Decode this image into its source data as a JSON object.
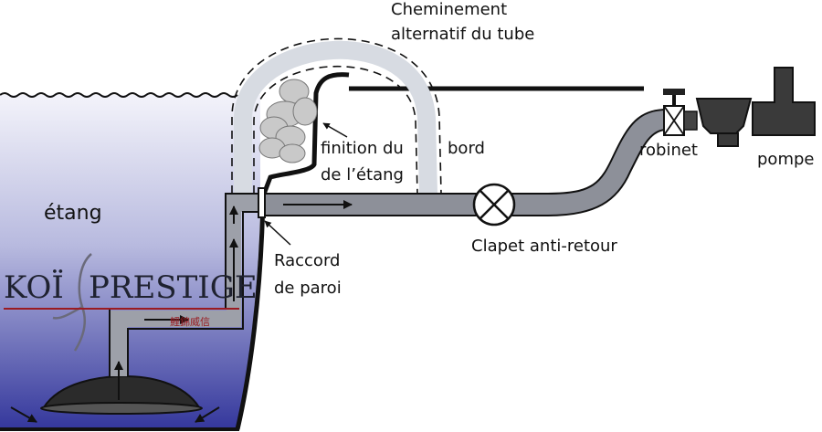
{
  "labels": {
    "alt_route_line1": "Cheminement",
    "alt_route_line2": "alternatif du tube",
    "finish_line1": "finition du",
    "finish_line2": "de l’étang",
    "edge": "bord",
    "pond": "étang",
    "wall_fitting_line1": "Raccord",
    "wall_fitting_line2": "de paroi",
    "check_valve": "Clapet anti-retour",
    "valve": "robinet",
    "pump": "pompe"
  },
  "logo": {
    "left": "KOÏ",
    "right": "PRESTIGE",
    "subtitle": "鯉錦威信"
  },
  "colors": {
    "water_top": "#f3f3fa",
    "water_bottom": "#34379c",
    "pipe_fill": "#8d9099",
    "pipe_stroke": "#1a1a1a",
    "alt_pipe": "#d7dbe2",
    "logo_red": "#9a1b22"
  }
}
